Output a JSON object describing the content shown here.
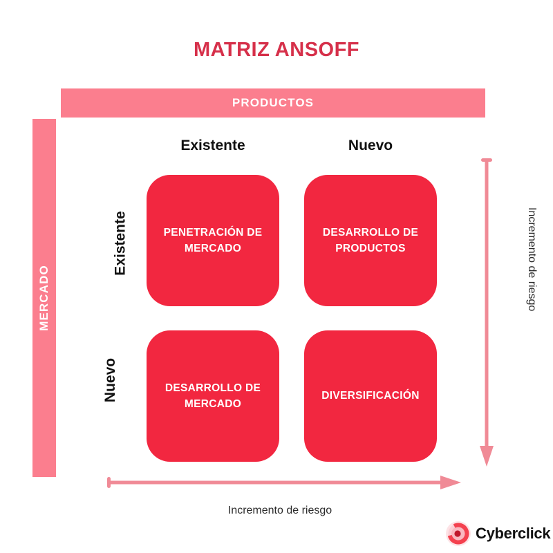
{
  "title": "MATRIZ ANSOFF",
  "axes": {
    "products_bar_label": "PRODUCTOS",
    "market_bar_label": "MERCADO",
    "column_headers": [
      "Existente",
      "Nuevo"
    ],
    "row_headers": [
      "Existente",
      "Nuevo"
    ]
  },
  "quadrants": [
    {
      "label": "PENETRACIÓN DE MERCADO",
      "product": "Existente",
      "market": "Existente"
    },
    {
      "label": "DESARROLLO DE PRODUCTOS",
      "product": "Nuevo",
      "market": "Existente"
    },
    {
      "label": "DESARROLLO DE MERCADO",
      "product": "Existente",
      "market": "Nuevo"
    },
    {
      "label": "DIVERSIFICACIÓN",
      "product": "Nuevo",
      "market": "Nuevo"
    }
  ],
  "arrows": {
    "vertical_caption": "Incremento de riesgo",
    "horizontal_caption": "Incremento de riesgo"
  },
  "logo": {
    "text": "Cyberclick",
    "icon": "radar-target-icon"
  },
  "colors": {
    "title": "#d6304a",
    "bar_pink": "#fb7e8e",
    "card_red": "#f22740",
    "arrow_pink": "#f08a96",
    "text_dark": "#111111",
    "background": "#ffffff"
  }
}
